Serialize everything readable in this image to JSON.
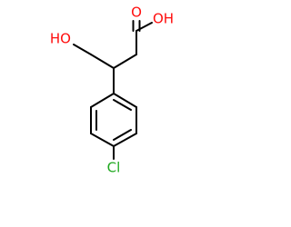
{
  "molecule": {
    "atom_labels": {
      "acid_oxygen": "O",
      "acid_hydroxyl": "OH",
      "alcohol_hydroxyl": "HO",
      "chlorine": "Cl"
    },
    "colors": {
      "oxygen": "#ff0d0d",
      "chlorine": "#1fa81f",
      "bond": "#000000",
      "background": "#ffffff"
    }
  }
}
